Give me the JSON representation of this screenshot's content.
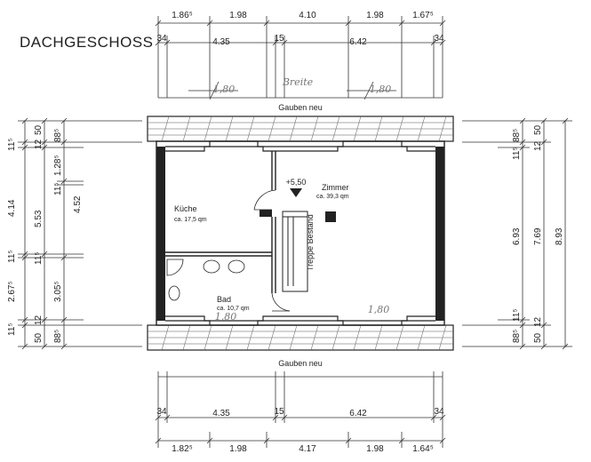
{
  "title": "DACHGESCHOSS",
  "labels": {
    "dormer_top": "Gauben neu",
    "dormer_bottom": "Gauben neu",
    "kitchen_name": "Küche",
    "kitchen_area": "ca. 17,5 qm",
    "room_name": "Zimmer",
    "room_area": "ca. 39,3 qm",
    "bath_name": "Bad",
    "bath_area": "ca. 10,7 qm",
    "stair": "Treppe Bestand",
    "level": "+5,50",
    "hand_breite": "Breite",
    "hand_180_a": "1,80",
    "hand_180_b": "1,80",
    "hand_180_c": "1,80",
    "hand_180_d": "1,80"
  },
  "dims": {
    "top_outer": [
      "1.86⁵",
      "1.98",
      "4.10",
      "1.98",
      "1.67⁵"
    ],
    "top_inner": [
      "34",
      "4.35",
      "15",
      "6.42",
      "34"
    ],
    "bottom_inner": [
      "34",
      "4.35",
      "15",
      "6.42",
      "34"
    ],
    "bottom_outer": [
      "1.82⁵",
      "1.98",
      "4.17",
      "1.98",
      "1.64⁵"
    ],
    "left_outer": [
      "11⁵",
      "4.14",
      "11⁵",
      "2.67⁵",
      "11⁵"
    ],
    "left_mid": [
      "50",
      "12",
      "11⁵",
      "5.53",
      "12",
      "50"
    ],
    "left_inner": [
      "88⁵",
      "1.28⁵",
      "4.52",
      "11⁵",
      "3.05⁵",
      "88⁵"
    ],
    "right_inner": [
      "88⁵",
      "11⁵",
      "6.93",
      "11⁵",
      "88⁵"
    ],
    "right_mid": [
      "50",
      "12",
      "7.69",
      "12",
      "50"
    ],
    "right_outer": [
      "8.93"
    ]
  }
}
